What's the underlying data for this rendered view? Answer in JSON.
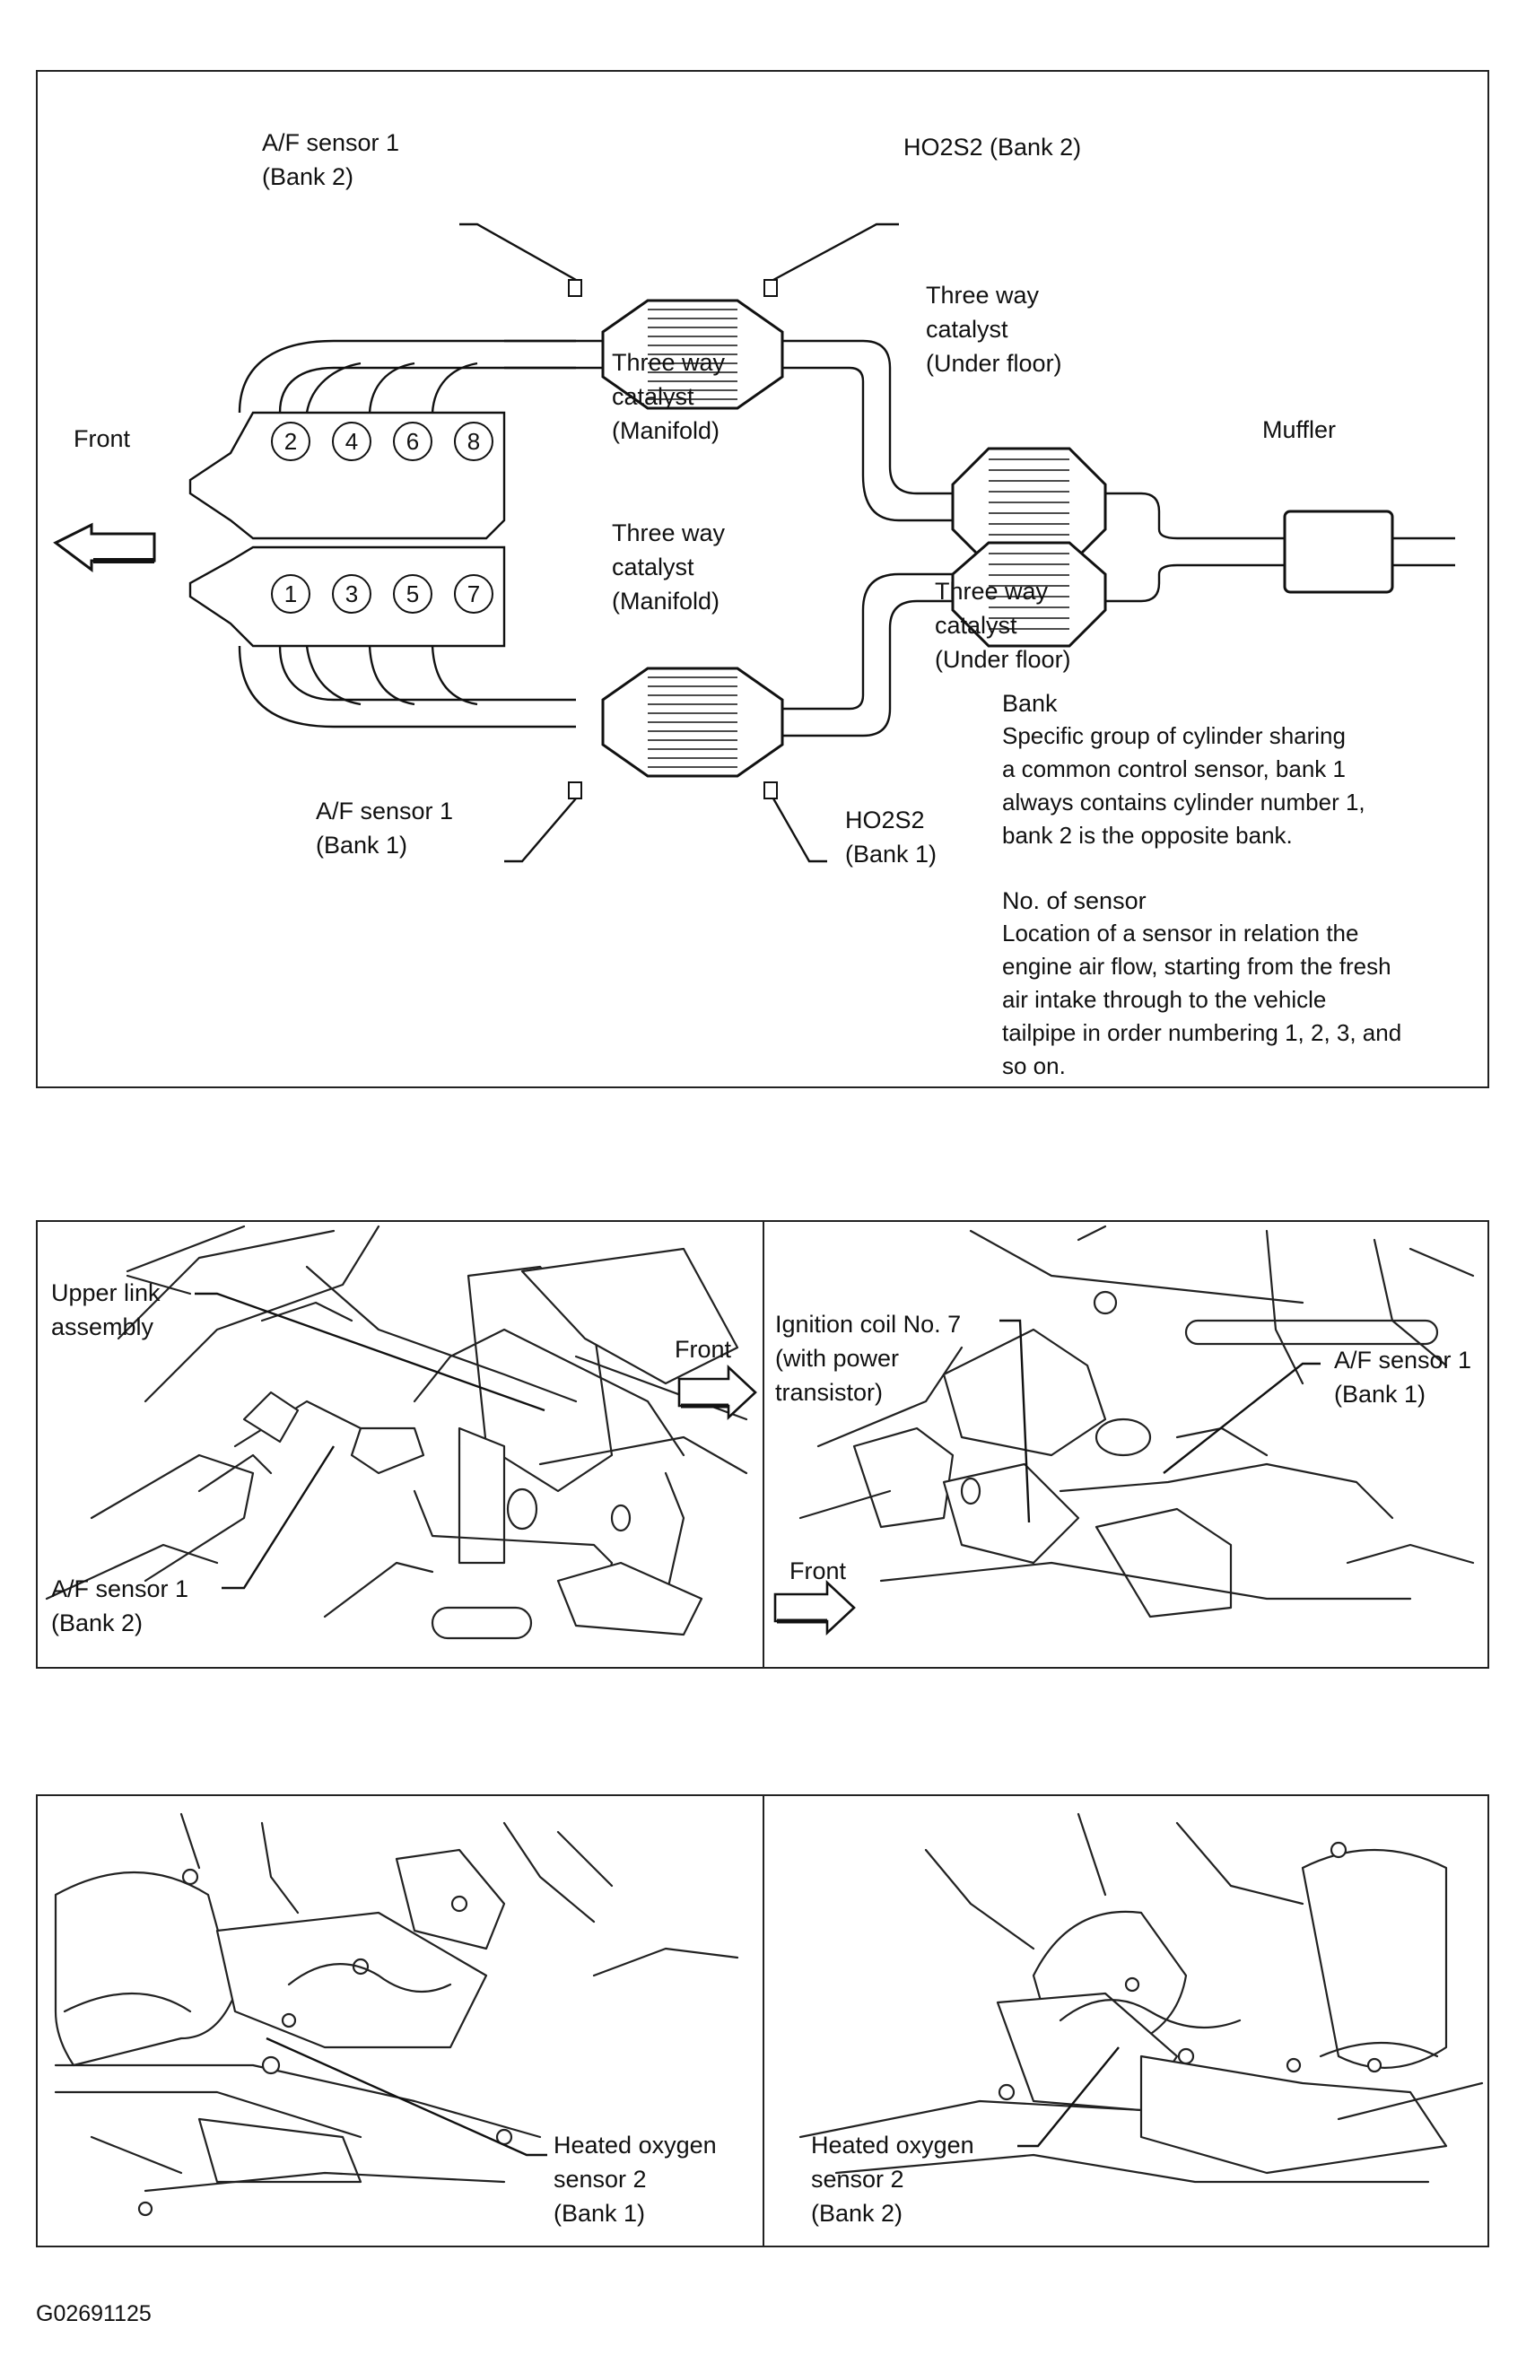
{
  "top_diagram": {
    "front": "Front",
    "cylinders_bank2": [
      "2",
      "4",
      "6",
      "8"
    ],
    "cylinders_bank1": [
      "1",
      "3",
      "5",
      "7"
    ],
    "af_sensor_bank2": "A/F sensor 1\n(Bank 2)",
    "ho2s2_bank2": "HO2S2 (Bank 2)",
    "catalyst_manifold_upper": "Three way\ncatalyst\n(Manifold)",
    "catalyst_manifold_lower": "Three way\ncatalyst\n(Manifold)",
    "catalyst_underfloor_upper": "Three way\ncatalyst\n(Under floor)",
    "catalyst_underfloor_lower": "Three way\ncatalyst\n(Under floor)",
    "muffler": "Muffler",
    "af_sensor_bank1": "A/F sensor 1\n(Bank 1)",
    "ho2s2_bank1": "HO2S2\n(Bank 1)",
    "bank_title": "Bank",
    "bank_text": "Specific group of cylinder sharing\na common control sensor, bank 1\nalways contains cylinder number 1,\nbank 2 is the opposite bank.",
    "sensor_title": "No. of sensor",
    "sensor_text": "Location of a sensor in relation the\nengine air flow, starting from the fresh\nair intake through to the vehicle\ntailpipe in order numbering 1, 2, 3, and\nso on."
  },
  "middle_left": {
    "upper_link": "Upper link\nassembly",
    "front": "Front",
    "af_sensor": "A/F sensor 1\n(Bank 2)"
  },
  "middle_right": {
    "ignition_coil": "Ignition coil No. 7\n(with power\ntransistor)",
    "af_sensor": "A/F sensor 1\n(Bank 1)",
    "front": "Front"
  },
  "bottom_left": {
    "heated_sensor": "Heated oxygen\nsensor 2\n(Bank 1)"
  },
  "bottom_right": {
    "heated_sensor": "Heated oxygen\nsensor 2\n(Bank 2)"
  },
  "figure_code": "G02691125"
}
